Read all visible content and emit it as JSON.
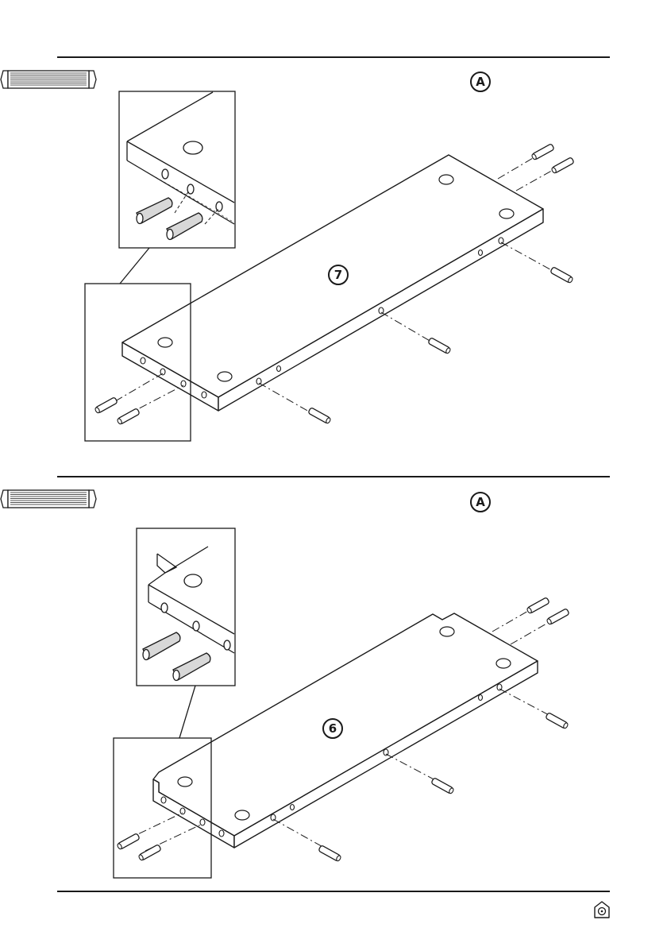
{
  "sections": [
    {
      "part_label": "A",
      "step_number": "7"
    },
    {
      "part_label": "A",
      "step_number": "6"
    }
  ],
  "icons": {
    "dowel": "dowel-icon",
    "brand_logo": "house-logo-icon"
  },
  "colors": {
    "ink": "#1a1a1a",
    "dowel_fill": "#d8d8d8",
    "background": "#ffffff"
  }
}
